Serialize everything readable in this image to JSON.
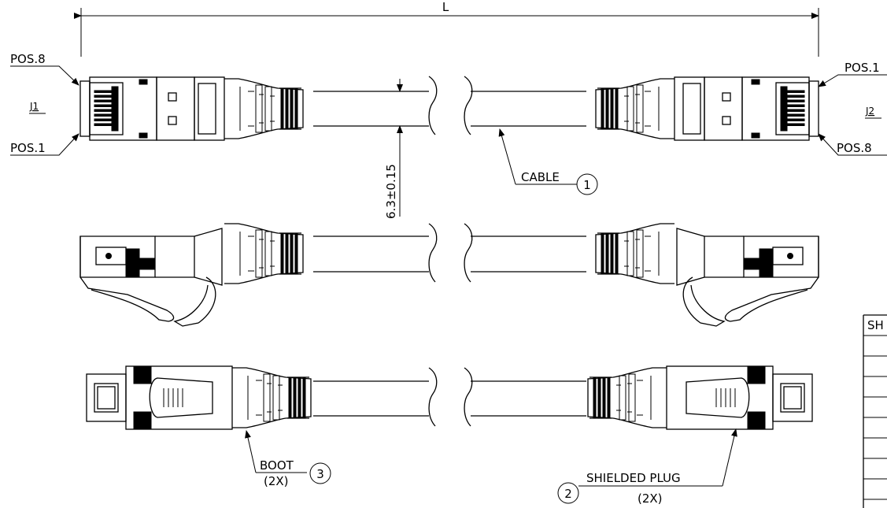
{
  "dimension_length": "L",
  "dimension_diameter": "6.3±0.15",
  "j1": {
    "tag": "J1",
    "pos_top": "POS.8",
    "pos_bottom": "POS.1"
  },
  "j2": {
    "tag": "J2",
    "pos_top": "POS.1",
    "pos_bottom": "POS.8"
  },
  "callouts": {
    "cable": {
      "text": "CABLE",
      "number": "1"
    },
    "shielded_plug": {
      "text": "SHIELDED PLUG",
      "qty": "(2X)",
      "number": "2"
    },
    "boot": {
      "text": "BOOT",
      "qty": "(2X)",
      "number": "3"
    }
  },
  "table": {
    "header": "SH"
  }
}
